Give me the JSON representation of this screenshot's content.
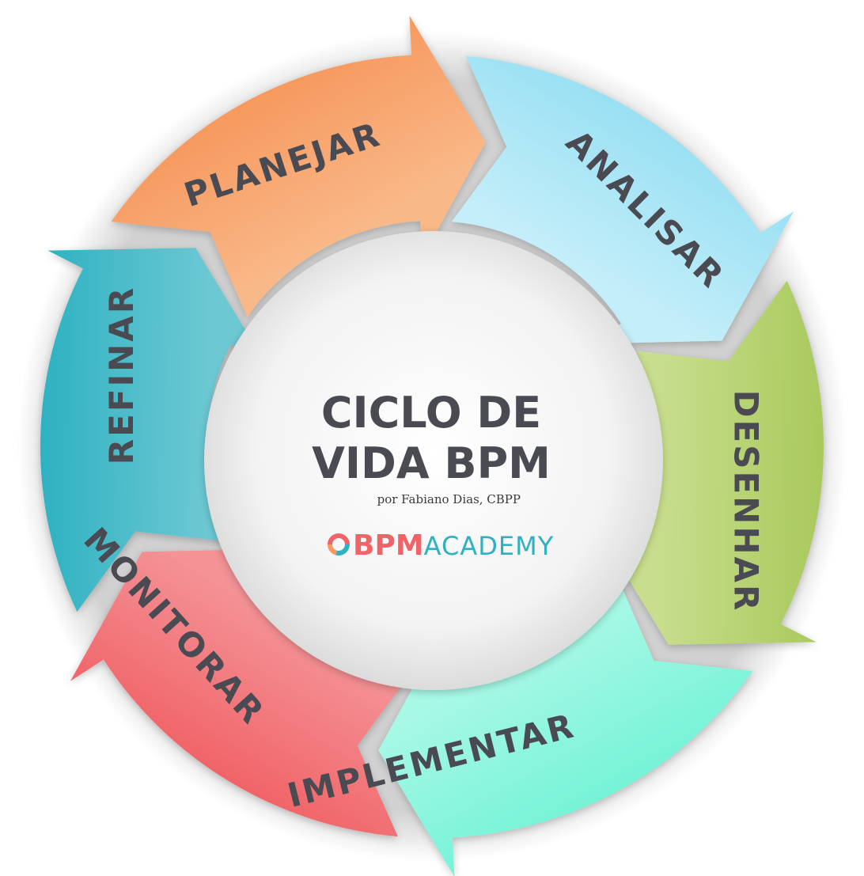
{
  "diagram": {
    "title_line1": "CICLO DE",
    "title_line2": "VIDA BPM",
    "author": "por Fabiano Dias, CBPP",
    "logo": {
      "strong": "BPM",
      "light": "ACADEMY"
    },
    "stages": [
      {
        "id": "planejar",
        "label": "PLANEJAR",
        "color": "#f6995f",
        "color_light": "#f9b888"
      },
      {
        "id": "analisar",
        "label": "ANALISAR",
        "color": "#99e0f3",
        "color_light": "#c4eef9"
      },
      {
        "id": "desenhar",
        "label": "DESENHAR",
        "color": "#a9c95c",
        "color_light": "#c8de8e"
      },
      {
        "id": "implementar",
        "label": "IMPLEMENTAR",
        "color": "#76f3d7",
        "color_light": "#a8f8e6"
      },
      {
        "id": "monitorar",
        "label": "MONITORAR",
        "color": "#f06468",
        "color_light": "#f49296"
      },
      {
        "id": "refinar",
        "label": "REFINAR",
        "color": "#2eb1c1",
        "color_light": "#6cc8d3"
      }
    ],
    "colors": {
      "text": "#4a4b52",
      "logo_red": "#f06468",
      "logo_orange": "#f6995f",
      "logo_teal": "#2eb1c1"
    }
  }
}
